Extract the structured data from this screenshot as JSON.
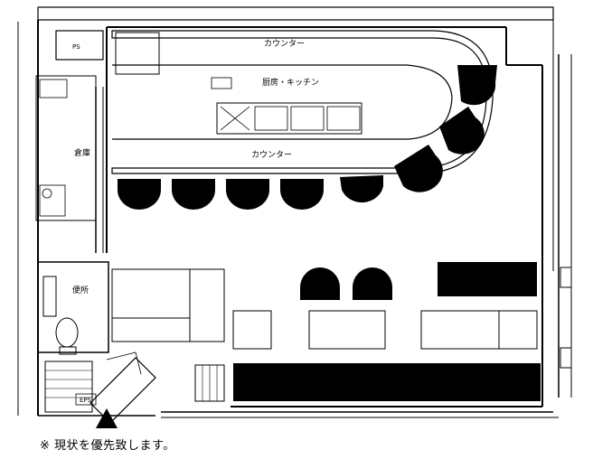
{
  "labels": {
    "ps": "PS",
    "counter_top": "カウンター",
    "kitchen": "厨房・キッチン",
    "counter_bottom": "カウンター",
    "storage": "倉庫",
    "restroom": "便所",
    "small_tag": "EPS"
  },
  "note": {
    "mark": "※",
    "text": "現状を優先致します。"
  },
  "entrance_marker": "entrance-arrow"
}
